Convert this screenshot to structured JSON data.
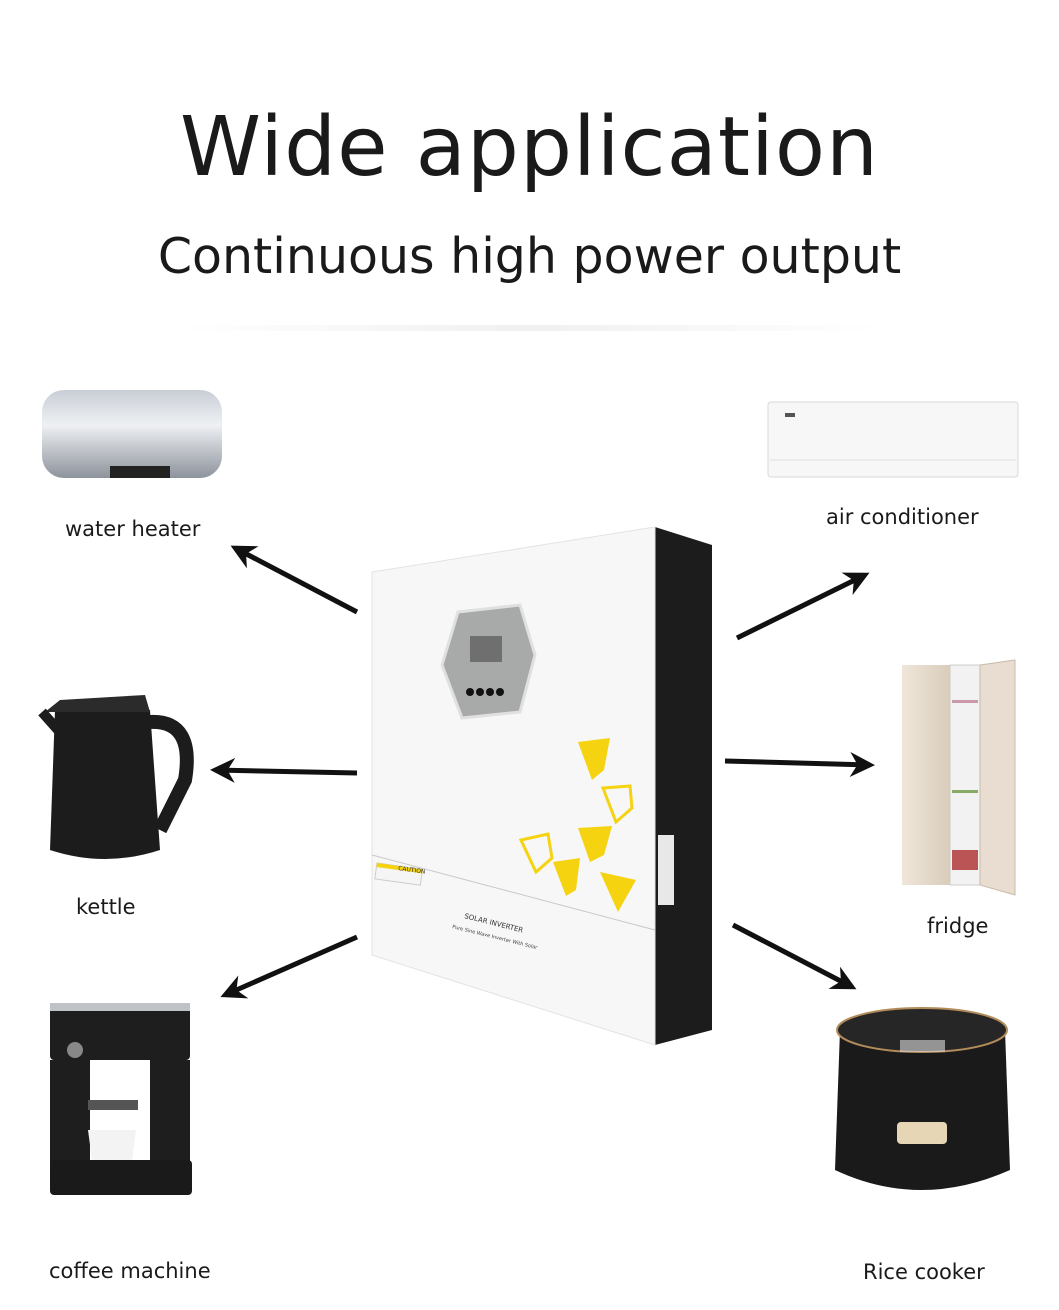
{
  "header": {
    "title": "Wide application",
    "subtitle": "Continuous high power output"
  },
  "product": {
    "name": "SOLAR INVERTER",
    "tagline": "Pure Sine Wave Inverter With Solar",
    "caution_label": "CAUTION",
    "accent_color": "#f5d311"
  },
  "appliances": [
    {
      "label": "water heater",
      "icon": "water-heater-icon"
    },
    {
      "label": "air conditioner",
      "icon": "air-conditioner-icon"
    },
    {
      "label": "kettle",
      "icon": "kettle-icon"
    },
    {
      "label": "fridge",
      "icon": "fridge-icon"
    },
    {
      "label": "coffee machine",
      "icon": "coffee-machine-icon"
    },
    {
      "label": "Rice cooker",
      "icon": "rice-cooker-icon"
    }
  ]
}
